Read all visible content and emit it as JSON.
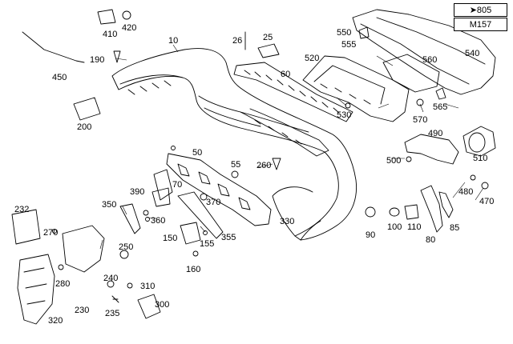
{
  "ref_boxes": {
    "page_ref": "805",
    "model": "M157"
  },
  "parts": [
    "10",
    "25",
    "26",
    "50",
    "55",
    "60",
    "70",
    "80",
    "85",
    "90",
    "100",
    "110",
    "150",
    "155",
    "160",
    "190",
    "200",
    "230",
    "232",
    "235",
    "240",
    "250",
    "260",
    "270",
    "280",
    "300",
    "310",
    "320",
    "330",
    "350",
    "355",
    "360",
    "370",
    "390",
    "410",
    "420",
    "450",
    "470",
    "480",
    "490",
    "500",
    "510",
    "520",
    "530",
    "540",
    "550",
    "555",
    "560",
    "565",
    "570"
  ],
  "colors": {
    "line": "#000000",
    "paper": "#ffffff"
  }
}
